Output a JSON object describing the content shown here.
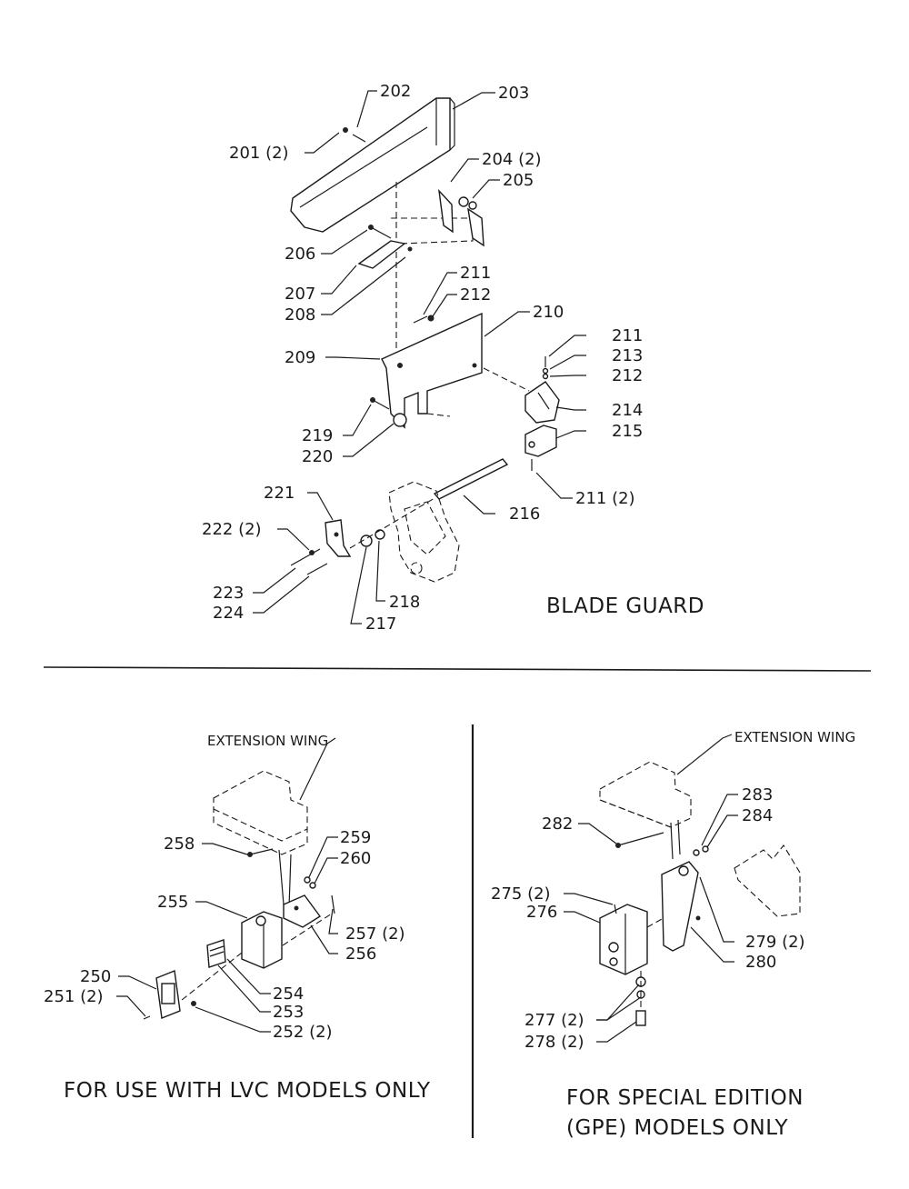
{
  "sections": {
    "blade_guard": {
      "title": "BLADE GUARD"
    },
    "lvc": {
      "title": "FOR USE WITH LVC MODELS ONLY",
      "wing_label": "EXTENSION WING"
    },
    "gpe": {
      "title_line1": "FOR SPECIAL EDITION",
      "title_line2": "(GPE) MODELS ONLY",
      "wing_label": "EXTENSION WING"
    }
  },
  "labels": {
    "p201": "201 (2)",
    "p202": "202",
    "p203": "203",
    "p204": "204 (2)",
    "p205": "205",
    "p206": "206",
    "p207": "207",
    "p208": "208",
    "p209": "209",
    "p210": "210",
    "p211a": "211",
    "p212a": "212",
    "p211b": "211",
    "p213": "213",
    "p212b": "212",
    "p214": "214",
    "p215": "215",
    "p211c": "211 (2)",
    "p216": "216",
    "p219": "219",
    "p220": "220",
    "p221": "221",
    "p222": "222 (2)",
    "p223": "223",
    "p224": "224",
    "p217": "217",
    "p218": "218",
    "p258": "258",
    "p259": "259",
    "p260": "260",
    "p255": "255",
    "p257": "257 (2)",
    "p256": "256",
    "p250": "250",
    "p251": "251 (2)",
    "p254": "254",
    "p253": "253",
    "p252": "252 (2)",
    "p283": "283",
    "p284": "284",
    "p282": "282",
    "p275": "275 (2)",
    "p276": "276",
    "p279": "279 (2)",
    "p280": "280",
    "p277": "277 (2)",
    "p278": "278 (2)"
  }
}
